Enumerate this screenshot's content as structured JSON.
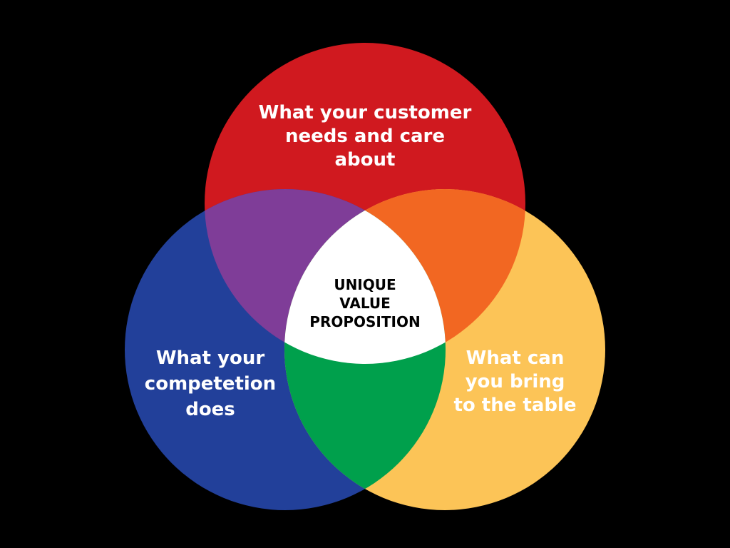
{
  "diagram": {
    "type": "venn-3",
    "background_color": "#000000",
    "circles": [
      {
        "id": "top",
        "label": "What your customer\nneeds and care\nabout",
        "color": "#d0191f"
      },
      {
        "id": "left",
        "label": "What your\ncompetetion\ndoes",
        "color": "#22409a"
      },
      {
        "id": "right",
        "label": "What can\nyou bring\nto the table",
        "color": "#fcc457"
      }
    ],
    "overlaps": {
      "top_left": {
        "color": "#7f3d98"
      },
      "top_right": {
        "color": "#f26722"
      },
      "left_right": {
        "color": "#00a04c"
      }
    },
    "center": {
      "label": "UNIQUE\nVALUE\nPROPOSITION",
      "color": "#ffffff"
    }
  }
}
